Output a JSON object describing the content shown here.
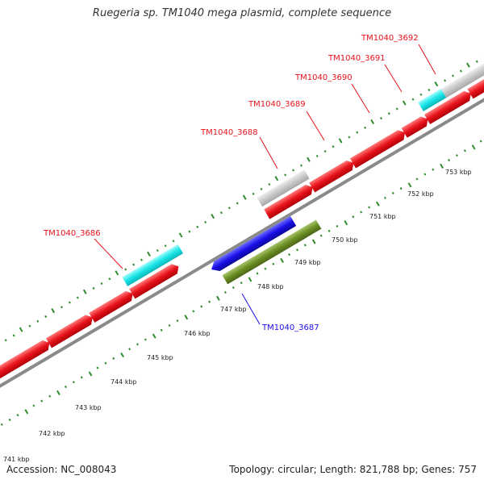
{
  "title": "Ruegeria sp. TM1040 mega plasmid, complete sequence",
  "footer": {
    "accession": "Accession: NC_008043",
    "topology": "Topology: circular; Length: 821,788 bp; Genes: 757"
  },
  "colors": {
    "backbone": "#8a8a8a",
    "plus_strand_gene": "#e8131b",
    "cyan_feature": "#18e5e8",
    "gray_feature": "#c8c8c8",
    "minus_strand_blue": "#1a0ee8",
    "minus_strand_olive": "#6b8e23",
    "tick_green": "#2e8b2e",
    "label_red": "#e8131b",
    "label_blue": "#1a0ee8"
  },
  "axis": {
    "unit": "kbp",
    "labels": [
      "741 kbp",
      "742 kbp",
      "743 kbp",
      "744 kbp",
      "745 kbp",
      "746 kbp",
      "747 kbp",
      "748 kbp",
      "749 kbp",
      "750 kbp",
      "751 kbp",
      "752 kbp",
      "753 kbp"
    ],
    "ticks_kbp": [
      741,
      742,
      743,
      744,
      745,
      746,
      747,
      748,
      749,
      750,
      751,
      752,
      753
    ]
  },
  "gene_labels": [
    {
      "name": "TM1040_3686",
      "color": "red"
    },
    {
      "name": "TM1040_3687",
      "color": "blue"
    },
    {
      "name": "TM1040_3688",
      "color": "red"
    },
    {
      "name": "TM1040_3689",
      "color": "red"
    },
    {
      "name": "TM1040_3690",
      "color": "red"
    },
    {
      "name": "TM1040_3691",
      "color": "red"
    },
    {
      "name": "TM1040_3692",
      "color": "red"
    }
  ]
}
